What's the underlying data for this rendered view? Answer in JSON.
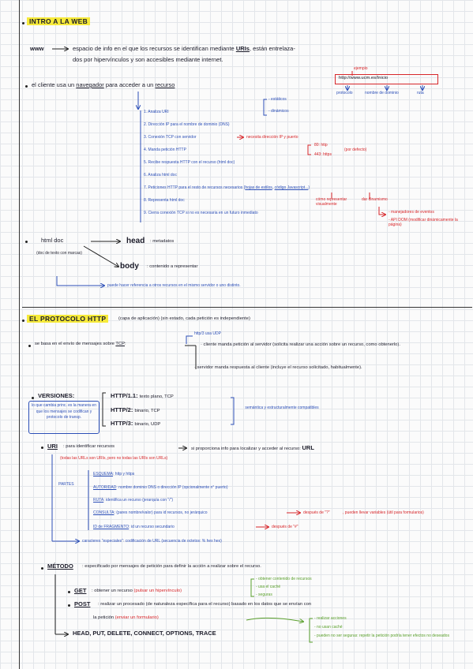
{
  "s1": {
    "title": "INTRO A LA WEB",
    "www_label": "www",
    "www_def_1": "espacio de info en el que los recursos se identifican mediante",
    "uris": "URIs",
    "www_def_2": ", están entrelaza-",
    "www_def_3": "dos por hipervínculos y son accesibles mediante internet.",
    "ejemplo": "ejemplo",
    "url_example": "http://www.ucm.es/Inicio",
    "protocolo": "protocolo",
    "dominio": "nombre de dominio",
    "ruta": "ruta",
    "cliente_1": "el cliente usa un",
    "navegador": "navegador",
    "cliente_2": "para acceder a un",
    "recurso": "recurso",
    "estaticos": "- estáticos",
    "dinamicos": "- dinámicos",
    "steps": [
      "1. Analiza URI",
      "2. Dirección IP para el nombre de dominio (DNS)",
      "3. Conexión TCP con servidor",
      "4. Manda petición HTTP",
      "5. Recibe respuesta HTTP con el recurso (html doc)",
      "6. Analiza html doc",
      "7. Peticiones HTTP para el resto de recursos necesarios",
      "8. Representa html doc",
      "9. Cierra conexión TCP si no es necesaria en un futuro inmediato"
    ],
    "step3_note": "necesita dirección IP y puerto",
    "port80": "80: http",
    "port443": "443: https",
    "por_defecto": "(por defecto)",
    "step7_hojas": "hojas de estilos",
    "step7_codigo": "código Javascript...",
    "step7_paren_open": "(",
    "step7_paren_close": ")",
    "como_representar": "cómo representar visualmente",
    "dinamismo": "dar dinamismo",
    "manejadores": "- manejadores de eventos",
    "api_dom": "- API DOM (modificar dinámicamente la página)",
    "html_doc": "html doc",
    "doc_texto": "(doc de texto con marcas)",
    "head": "head",
    "head_desc": ": metadatos",
    "body": "body",
    "body_desc": ": contenido a representar",
    "referencia": "puede hacer referencia a otros recursos en el mismo servidor o uno distinto."
  },
  "s2": {
    "title": "EL PROTOCOLO HTTP",
    "subtitle": "(capa de aplicación) (sin estado, cada petición es independiente)",
    "http3": "http/3 usa UDP",
    "basa": "se basa en el envío de mensajes sobre",
    "tcp": "TCP",
    "cliente_manda": "· cliente manda petición al servidor (solicita realizar una acción sobre un recurso, como obtenerlo).",
    "servidor_manda": "· servidor manda respuesta al cliente (incluye el recurso solicitado, habitualmente).",
    "versiones": "VERSIONES:",
    "versiones_note": "lo que cambia princ. es la manera en que los mensajes se codifican y protocolo de transp.",
    "versions": [
      {
        "name": "HTTP/1.1:",
        "desc": "texto plano, TCP"
      },
      {
        "name": "HTTP/2:",
        "desc": "binario, TCP"
      },
      {
        "name": "HTTP/3:",
        "desc": "binario, UDP"
      }
    ],
    "semantica": "semántica y estructuralmente compatibles",
    "uri_label": "URI",
    "uri_desc": ": para identificar recursos",
    "uri_desc2": "si proporciona info para localizar y acceder al recurso:",
    "url": "URL",
    "todas": "(todas las URLs son URIs, pero no todas las URIs son URLs)",
    "partes": "PARTES",
    "parts": [
      {
        "name": "ESQUEMA",
        "desc": ": http y https"
      },
      {
        "name": "AUTORIDAD",
        "desc": ": nombre dominio DNS o dirección IP (opcionalmente n° puerto)"
      },
      {
        "name": "RUTA",
        "desc": ": identifica un recurso (jerarquía con \"/\")"
      },
      {
        "name": "CONSULTA",
        "desc": ": (pares nombre/valor) para id recursos, no jerárquico"
      },
      {
        "name": "ID de FRAGMENTO",
        "desc": ": id un recurso secundario"
      }
    ],
    "despues_q": "después de \"?\"",
    "pueden_llevar": ", pueden llevar variables (útil para formularios)",
    "despues_hash": "después de \"#\"",
    "caracteres": "caracteres \"especiales\": codificación de URL (secuencia de octetos: % hex hex)",
    "metodo": "MÉTODO",
    "metodo_desc": ": especificado por mensajes de petición para definir la acción a realizar sobre el recurso.",
    "get": "GET",
    "get_desc": ": obtener un recurso",
    "get_red": "(pulsar un hipervínculo)",
    "get_notes": [
      "- obtener contenido de recursos",
      "- usa el caché",
      "- seguras"
    ],
    "post": "POST",
    "post_desc": ": realizar un procesado (de naturaleza específica para el recurso) basado en los datos que se envían con",
    "post_desc2": "la petición",
    "post_red": "(enviar un formulario)",
    "post_notes": [
      "- realizar acciones",
      "- no usan caché",
      "- pueden no ser seguras: repetir la petición podría tener efectos no deseados"
    ],
    "others": "HEAD, PUT, DELETE, CONNECT, OPTIONS, TRACE"
  }
}
